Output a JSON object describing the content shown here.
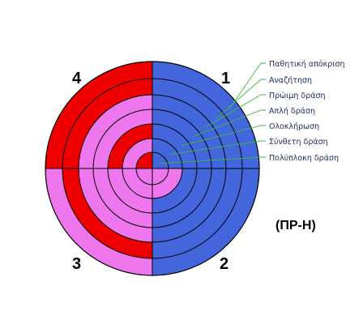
{
  "diagram": {
    "quadrant_numbers": {
      "q1": "1",
      "q2": "2",
      "q3": "3",
      "q4": "4"
    },
    "levels": [
      "Παθητική απόκριση",
      "Αναζήτηση",
      "Πρώιμη δράση",
      "Απλή δράση",
      "Ολοκλήρωση",
      "Σύνθετη δράση",
      "Πολύπλοκη δράση"
    ],
    "code_label": "(ΠΡ-Η)",
    "colors": {
      "blue": "#4466dd",
      "red": "#ee0000",
      "pink": "#ee77ee",
      "ring_line": "#000000",
      "leader": "#3dbb3d"
    },
    "fill_by_ring": {
      "q1": [
        "blue",
        "blue",
        "blue",
        "blue",
        "blue",
        "blue",
        "blue"
      ],
      "q2": [
        "pink",
        "pink",
        "blue",
        "blue",
        "blue",
        "blue",
        "blue"
      ],
      "q3": [
        "pink",
        "pink",
        "pink",
        "pink",
        "pink",
        "red",
        "pink"
      ],
      "q4": [
        "red",
        "pink",
        "red",
        "pink",
        "pink",
        "red",
        "red"
      ]
    }
  }
}
